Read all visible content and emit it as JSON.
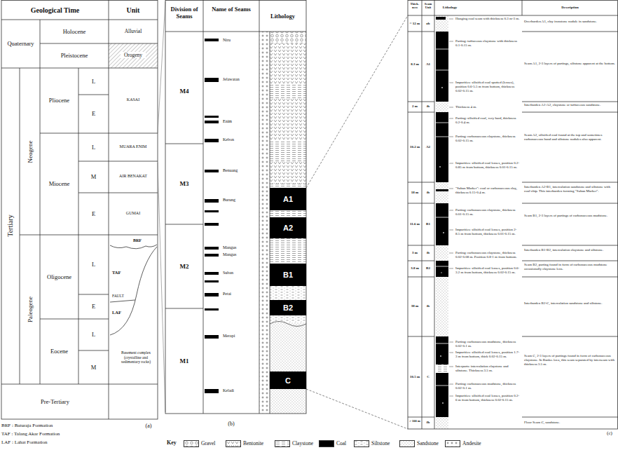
{
  "diagram": {
    "nodes": [
      {
        "text": [
          "A1"
        ]
      },
      {
        "text": [
          "A2"
        ]
      },
      {
        "text": [
          "B1"
        ]
      },
      {
        "text": [
          "B2"
        ]
      },
      {
        "text": [
          "C"
        ]
      }
    ],
    "labels": [
      "Geological Time",
      "Unit",
      "Quaternary",
      "Holocene",
      "Pleistocene",
      "Alluvial",
      "Orogeny",
      "Tertiary",
      "Neogene",
      "Paleogene",
      "Pliocene",
      "L",
      "E",
      "KASAI",
      "Miocene",
      "L",
      "M",
      "E",
      "MUARA ENIM",
      "AIR BENAKAT",
      "GUMAI",
      "Oligocene",
      "L",
      "E",
      "Eocene",
      "L",
      "M",
      "BRF",
      "TAF",
      "FAULT",
      "LAF",
      "Basement complex (crystalline and sedimentary rocks)",
      "Pre-Tertiary",
      "BRF : Baturaja Formation",
      "TAF : Talang Akar Formation",
      "LAF : Lahat Formation",
      "(a)",
      "Division of Seams",
      "Name of Seams",
      "Lithology",
      "M4",
      "M3",
      "M2",
      "M1",
      "Niru",
      "Jelawatan",
      "Enim",
      "Kebon",
      "Benuang",
      "Burung",
      "Mangus",
      "Mangus",
      "Suban",
      "Petai",
      "Merapi",
      "Keladi",
      "(b)",
      "Key",
      "Thick-ness",
      "Seam Unit",
      "Lithology",
      "Description",
      "~ 12 m",
      "ob",
      "Hanging coal seam with thickness 0.3 m-3 m.",
      "Overburden A1, clay ironstone nodule in sandstone.",
      "8.3 m",
      "A1",
      "Parting: tuffaceous claystone with thickness 0.1-0.15 m.",
      "Seam A1, 2-3 layers of partings, siltstone apparent at the bottom.",
      "Impurities: silisified coal spotted (lenses), position 0.6-5.5 m from bottom, thickness 0.02-0.15 m.",
      "2 m",
      "ib",
      "Thickness 4 m.",
      "Interburden A1-A2, claystone or tuffaceous sandstone.",
      "10.2 m",
      "A2",
      "Parting: silisified coal, very hard, thickness 0.2-0.4 m.",
      "Seam A2, silisified coal found at the top and sometimes carbonaceous band and siltstone nodules also apparent.",
      "Parting: carbonaceous claystone, thickness 0.02-0.15 m.",
      "Impurities: silisified coal lenses, position 0.2-0.85 m from bottom, thickness 0.01-0.15 m.",
      "18 m",
      "ib",
      "\"Suban Marker\": coal or carbonaceous clay, thickness 0.15-0.4 m.",
      "Interburden A2-B1, intercalation sandstone and siltstone with coal-chip. This interburden forming \"Suban Marker\".",
      "11.6 m",
      "B1",
      "Parting: carbonaceous claystone, thickness 0.01-0.15 m.",
      "Seam B1, 2-3 layers of partings of carbonaceous mudstone.",
      "Impurities: silisified coal lenses, position 2-8.5 m from bottom, thickness 0.01-0.15 m.",
      "3 m",
      "ib",
      "Interburden B1-B2, intercalation claystone and siltstone.",
      "3.8 m",
      "B2",
      "Parting: carbonaceous claystone, thickness 0.02-0.08 m. Position 0.8-1 m from bottom.",
      "Seam B2, parting found in form of carbonaceous mudstone occasionally claystone lens.",
      "Impurities: silisified coal lenses, position 0.6-3.2 m from bottom, thickness 0.02-0.15 m.",
      "38 m",
      "ib",
      "Interburden B2-C, intercalation sandstone and siltstone.",
      "10.5 m",
      "C",
      "Parting: carbonaceous mudstone, thickness 0.02-0.1 m.",
      "Impurities: silisified coal lenses, position 1.7-3 m from bottom, thick 0.02-0.15 m.",
      "Interparts: intercalation claystone and siltstone. Thickness 3.5 m.",
      "Seam C, 2-3 layers of partings found in form of carbonaceous claystone. In Banko Area, this seam separated by interseam with thickness 3.5 m.",
      "Parting: carbonaceous mudstone, thickness 0.02-0.1 m.",
      "Impurities: silisified coal lenses, position 0.2-6 m from bottom, thickness 0.02-0.15 m.",
      "> 100 m",
      "fb",
      "Floor Seam C, sandstone.",
      "(c)"
    ],
    "legend": [
      {
        "text": "Gravel"
      },
      {
        "text": "Bentonite"
      },
      {
        "text": "Claystone"
      },
      {
        "text": "Coal",
        "color": "#000000"
      },
      {
        "text": "Siltstone"
      },
      {
        "text": "Sandstone"
      },
      {
        "text": "Andesite"
      }
    ]
  }
}
